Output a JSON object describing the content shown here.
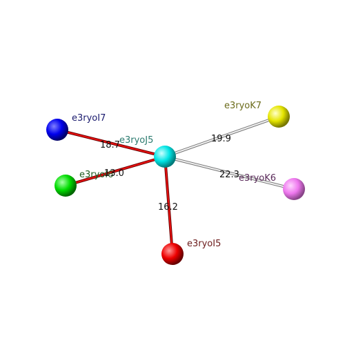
{
  "center": {
    "label": "e3ryoJ5",
    "color": "#00e5e5",
    "label_color": "#2a7a6e"
  },
  "neighbors": [
    {
      "label": "e3ryoI7",
      "color": "#0000ee",
      "label_color": "#1a1a6e",
      "distance": "18.7",
      "bond": "red"
    },
    {
      "label": "e3ryoI6",
      "color": "#00dd00",
      "label_color": "#1f5a1f",
      "distance": "13.0",
      "bond": "red"
    },
    {
      "label": "e3ryoI5",
      "color": "#ee0000",
      "label_color": "#6b1a1a",
      "distance": "16.2",
      "bond": "red"
    },
    {
      "label": "e3ryoK7",
      "color": "#e5e500",
      "label_color": "#6b6b1a",
      "distance": "19.9",
      "bond": "grey"
    },
    {
      "label": "e3ryoK6",
      "color": "#ee77ee",
      "label_color": "#5a2a5a",
      "distance": "22.3",
      "bond": "grey"
    }
  ]
}
